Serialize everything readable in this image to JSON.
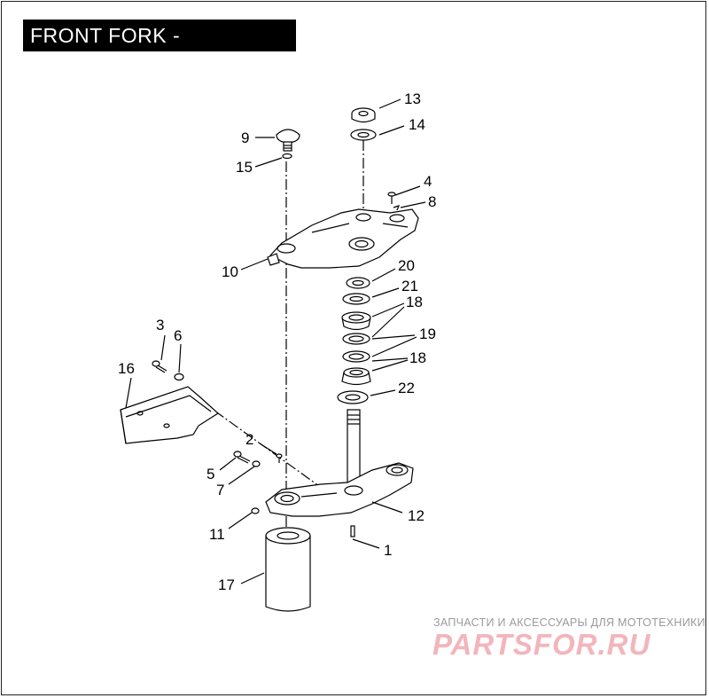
{
  "title": "FRONT FORK - BRACKETS",
  "callouts": {
    "c1": "1",
    "c2": "2",
    "c3": "3",
    "c4": "4",
    "c5": "5",
    "c6": "6",
    "c7": "7",
    "c8": "8",
    "c9": "9",
    "c10": "10",
    "c11": "11",
    "c12": "12",
    "c13": "13",
    "c14": "14",
    "c15": "15",
    "c16": "16",
    "c17": "17",
    "c18a": "18",
    "c18b": "18",
    "c19": "19",
    "c20": "20",
    "c21": "21",
    "c22": "22"
  },
  "watermark": {
    "subtitle": "ЗАПЧАСТИ И АКСЕССУАРЫ ДЛЯ МОТОТЕХНИКИ",
    "logo": "PARTSFOR.RU",
    "color": "#f2b5bb"
  }
}
